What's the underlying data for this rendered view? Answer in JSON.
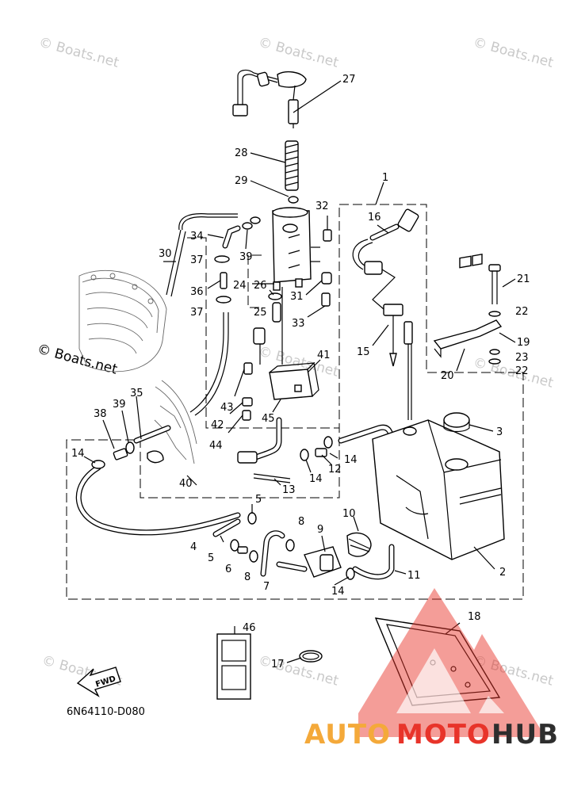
{
  "diagram": {
    "code": "6N64110-D080",
    "fwd_label": "FWD",
    "watermarks": [
      "© Boats.net",
      "© Boats.net",
      "© Boats.net",
      "© Boats.net",
      "© Boats.net",
      "© Boats.net",
      "© Boats.net",
      "© Boats.net",
      "© Boats.net"
    ],
    "brand": {
      "auto": "AUTO",
      "moto": "MOTO",
      "hub": "HUB",
      "red": "#e8342a",
      "dark": "#2e2e2e"
    },
    "callouts": {
      "n1": "1",
      "n2": "2",
      "n3": "3",
      "n4": "4",
      "n5a": "5",
      "n5b": "5",
      "n6": "6",
      "n7": "7",
      "n8a": "8",
      "n8b": "8",
      "n9": "9",
      "n10": "10",
      "n11": "11",
      "n12": "12",
      "n13": "13",
      "n14a": "14",
      "n14b": "14",
      "n14c": "14",
      "n14d": "14",
      "n15": "15",
      "n16": "16",
      "n17": "17",
      "n18": "18",
      "n19": "19",
      "n20": "20",
      "n21": "21",
      "n22a": "22",
      "n22b": "22",
      "n23": "23",
      "n24": "24",
      "n25": "25",
      "n26": "26",
      "n27": "27",
      "n28": "28",
      "n29": "29",
      "n30": "30",
      "n31": "31",
      "n32": "32",
      "n33": "33",
      "n34": "34",
      "n35": "35",
      "n36": "36",
      "n37a": "37",
      "n37b": "37",
      "n38": "38",
      "n39a": "39",
      "n39b": "39",
      "n40": "40",
      "n41": "41",
      "n42": "42",
      "n43": "43",
      "n44": "44",
      "n45": "45",
      "n46": "46"
    }
  }
}
